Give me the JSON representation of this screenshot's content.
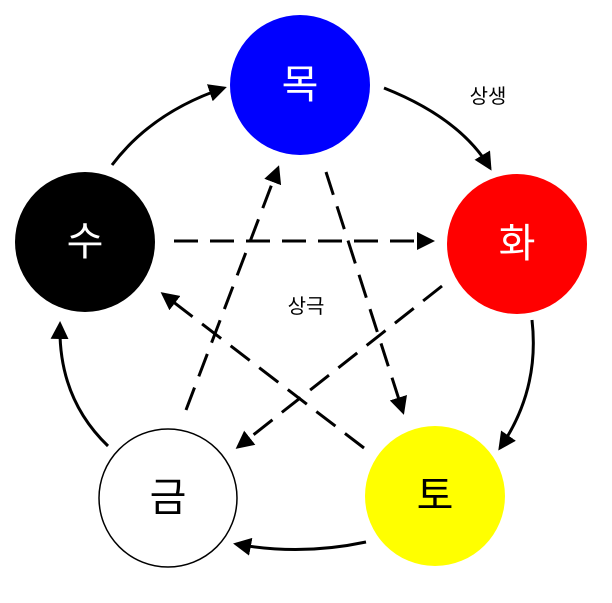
{
  "labels": {
    "generating_cycle": "상생",
    "controlling_cycle": "상극"
  },
  "elements": [
    {
      "id": "wood",
      "label": "목",
      "fill": "#0000ff",
      "text_color": "#ffffff",
      "stroke": "none"
    },
    {
      "id": "fire",
      "label": "화",
      "fill": "#ff0000",
      "text_color": "#ffffff",
      "stroke": "none"
    },
    {
      "id": "earth",
      "label": "토",
      "fill": "#ffff00",
      "text_color": "#000000",
      "stroke": "none"
    },
    {
      "id": "metal",
      "label": "금",
      "fill": "#ffffff",
      "text_color": "#000000",
      "stroke": "#000000"
    },
    {
      "id": "water",
      "label": "수",
      "fill": "#000000",
      "text_color": "#ffffff",
      "stroke": "none"
    }
  ],
  "generating_relations": [
    {
      "from": "목",
      "to": "화"
    },
    {
      "from": "화",
      "to": "토"
    },
    {
      "from": "토",
      "to": "금"
    },
    {
      "from": "금",
      "to": "수"
    },
    {
      "from": "수",
      "to": "목"
    }
  ],
  "controlling_relations": [
    {
      "from": "목",
      "to": "토"
    },
    {
      "from": "토",
      "to": "수"
    },
    {
      "from": "수",
      "to": "화"
    },
    {
      "from": "화",
      "to": "금"
    },
    {
      "from": "금",
      "to": "목"
    }
  ]
}
